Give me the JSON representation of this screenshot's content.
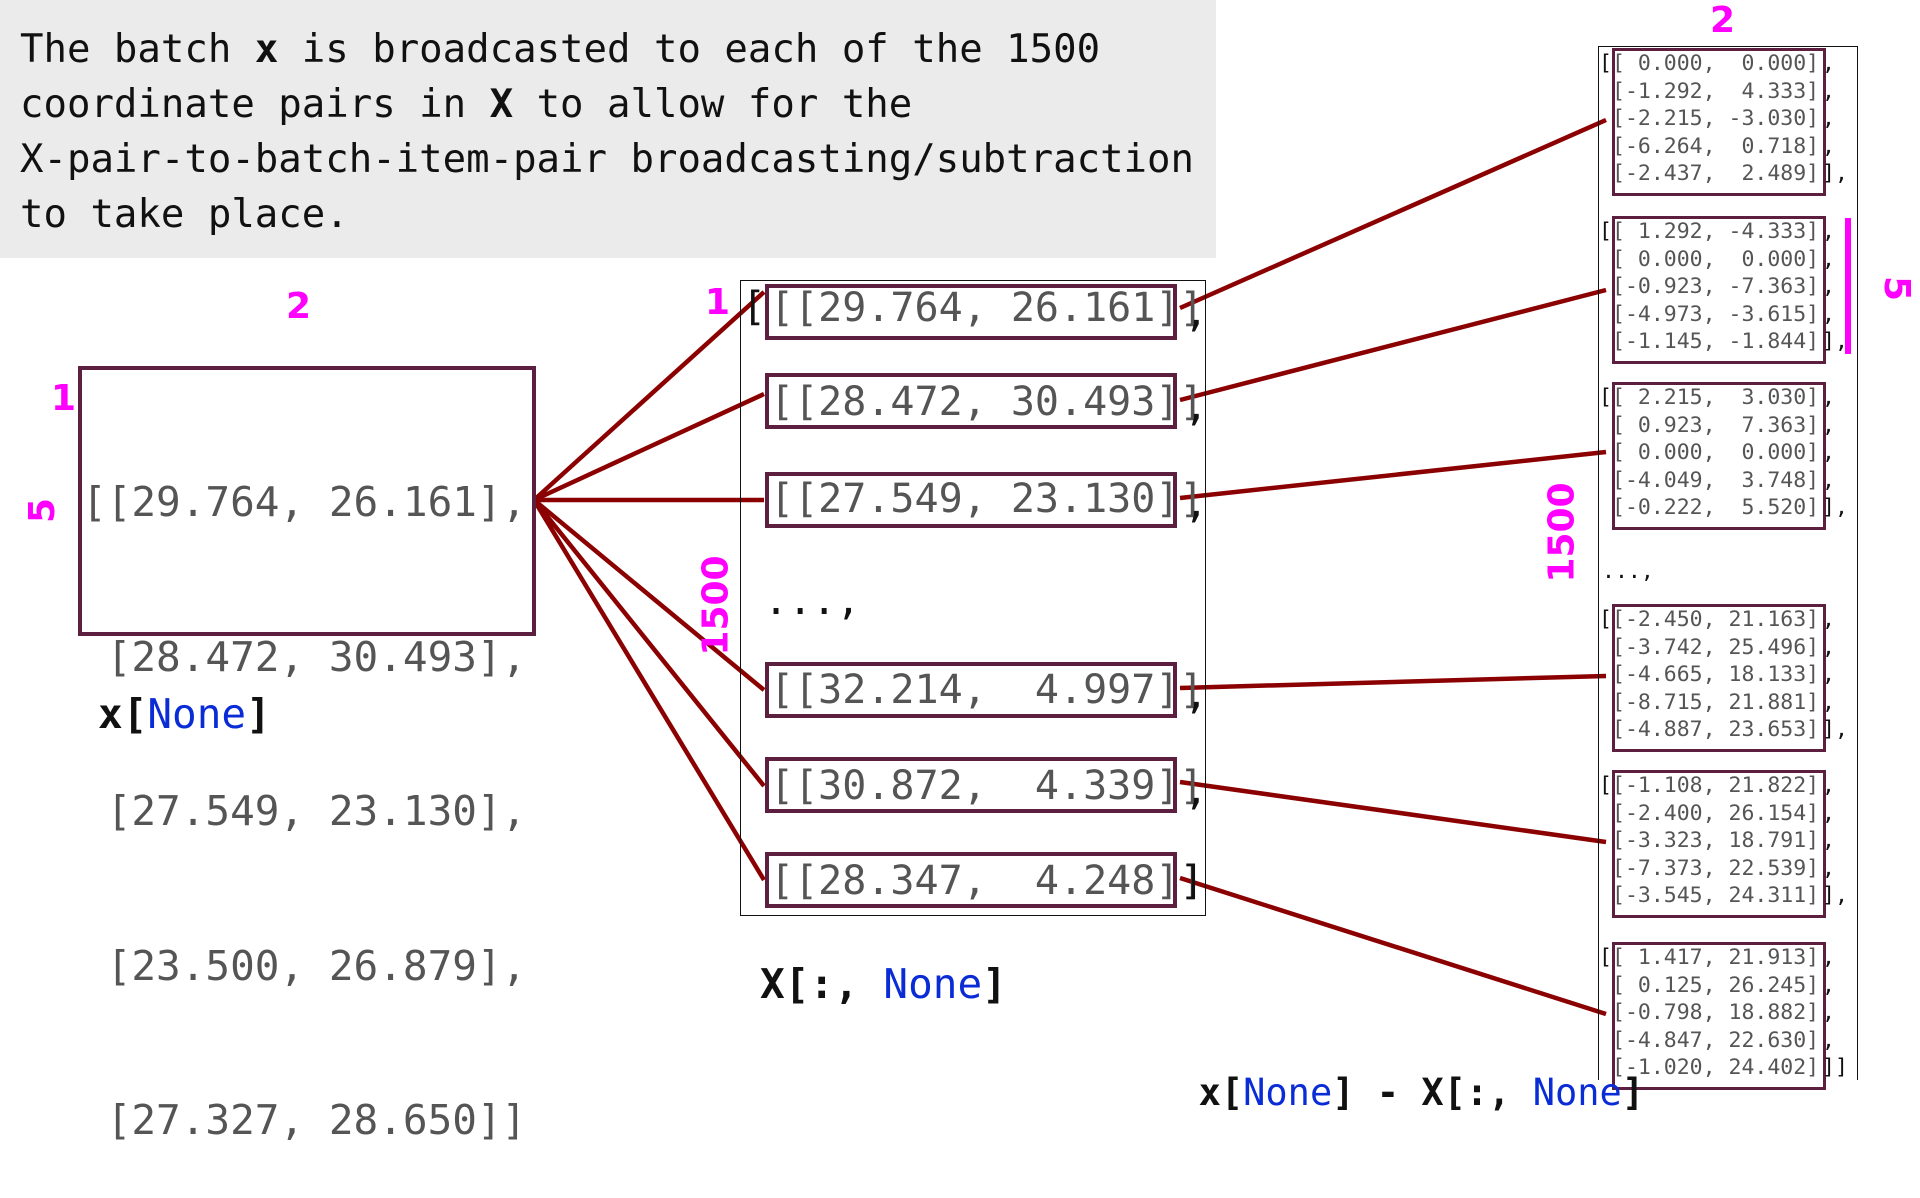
{
  "caption": {
    "lines": [
      [
        {
          "t": "The batch ",
          "b": false
        },
        {
          "t": "x",
          "b": true
        },
        {
          "t": " is broadcasted to each of the 1500",
          "b": false
        }
      ],
      [
        {
          "t": "coordinate pairs in ",
          "b": false
        },
        {
          "t": "X",
          "b": true
        },
        {
          "t": " to allow for the",
          "b": false
        }
      ],
      [
        {
          "t": "X-pair-to-batch-item-pair broadcasting/subtraction",
          "b": false
        }
      ],
      [
        {
          "t": "to take place.",
          "b": false
        }
      ]
    ]
  },
  "left_matrix": {
    "rows": [
      "[[29.764, 26.161],",
      " [28.472, 30.493],",
      " [27.549, 23.130],",
      " [23.500, 26.879],",
      " [27.327, 28.650]]"
    ],
    "dim_top": "2",
    "dim_left": "5",
    "dim_corner": "1",
    "label_prefix": "x[",
    "label_kw": "None",
    "label_suffix": "]"
  },
  "middle": {
    "open_bracket": "[",
    "rows": [
      "[[29.764, 26.161]]",
      "[[28.472, 30.493]]",
      "[[27.549, 23.130]]",
      "[[32.214,  4.997]]",
      "[[30.872,  4.339]]",
      "[[28.347,  4.248]]"
    ],
    "row_suffix": [
      ",",
      ",",
      ",",
      ",",
      ",",
      "]"
    ],
    "ellipsis": "...,",
    "dim_corner": "1",
    "dim_side": "1500",
    "label_prefix": "X[:, ",
    "label_kw": "None",
    "label_suffix": "]"
  },
  "right": {
    "dim_top": "2",
    "dim_side": "1500",
    "dim_five": "5",
    "ellipsis": "...,",
    "groups": [
      {
        "rows": [
          "[ 0.000,  0.000]",
          "[-1.292,  4.333]",
          "[-2.215, -3.030]",
          "[-6.264,  0.718]",
          "[-2.437,  2.489]"
        ],
        "open": "[[",
        "close": "]],"
      },
      {
        "rows": [
          "[ 1.292, -4.333]",
          "[ 0.000,  0.000]",
          "[-0.923, -7.363]",
          "[-4.973, -3.615]",
          "[-1.145, -1.844]"
        ],
        "open": "[",
        "close": "]],"
      },
      {
        "rows": [
          "[ 2.215,  3.030]",
          "[ 0.923,  7.363]",
          "[ 0.000,  0.000]",
          "[-4.049,  3.748]",
          "[-0.222,  5.520]"
        ],
        "open": "[",
        "close": "]],"
      },
      {
        "rows": [
          "[-2.450, 21.163]",
          "[-3.742, 25.496]",
          "[-4.665, 18.133]",
          "[-8.715, 21.881]",
          "[-4.887, 23.653]"
        ],
        "open": "[",
        "close": "]],"
      },
      {
        "rows": [
          "[-1.108, 21.822]",
          "[-2.400, 26.154]",
          "[-3.323, 18.791]",
          "[-7.373, 22.539]",
          "[-3.545, 24.311]"
        ],
        "open": "[",
        "close": "]],"
      },
      {
        "rows": [
          "[ 1.417, 21.913]",
          "[ 0.125, 26.245]",
          "[-0.798, 18.882]",
          "[-4.847, 22.630]",
          "[-1.020, 24.402]"
        ],
        "open": "[",
        "close": "]]]"
      }
    ],
    "label_parts": [
      {
        "t": "x[",
        "kw": false
      },
      {
        "t": "None",
        "kw": true
      },
      {
        "t": "] - X[:, ",
        "kw": false
      },
      {
        "t": "None",
        "kw": true
      },
      {
        "t": "]",
        "kw": false
      }
    ]
  },
  "colors": {
    "line": "#8b0000",
    "box": "#5c1f3f",
    "dim": "#ff00ff",
    "keyword": "#0a2cd6",
    "caption_bg": "#ebebeb"
  }
}
